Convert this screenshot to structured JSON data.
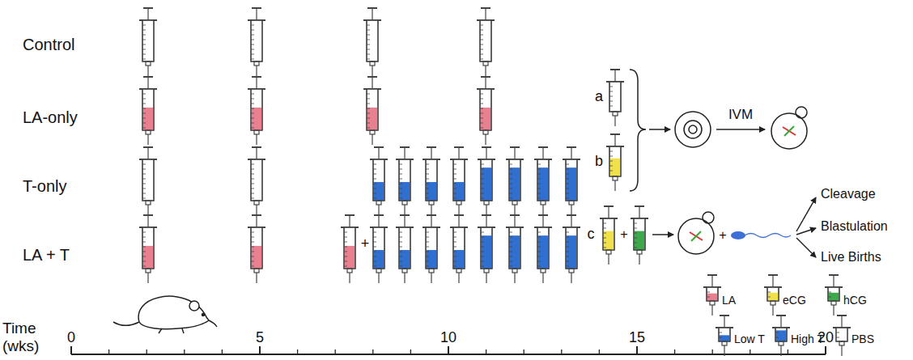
{
  "diagram": {
    "labels": [
      "Control",
      "LA-only",
      "T-only",
      "LA + T",
      "+",
      "a",
      "b",
      "c",
      "IVM",
      "+",
      "+",
      "Cleavage",
      "Blastulation",
      "Live Births",
      "Time (wks)",
      "0",
      "5",
      "10",
      "15",
      "20"
    ],
    "legend": [
      {
        "text": "LA",
        "color": "#e98090"
      },
      {
        "text": "eCG",
        "color": "#f0e04a"
      },
      {
        "text": "hCG",
        "color": "#3ea84c"
      },
      {
        "text": "Low T",
        "color": "#2f6fd0"
      },
      {
        "text": "High T",
        "color": "#2f6fd0"
      },
      {
        "text": "PBS",
        "color": "#ffffff"
      }
    ]
  }
}
